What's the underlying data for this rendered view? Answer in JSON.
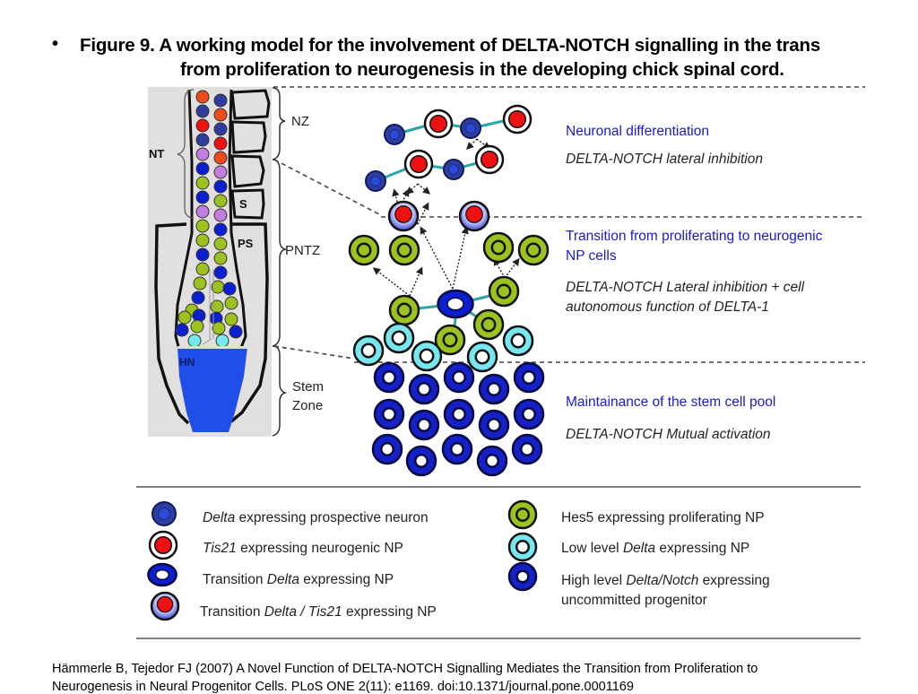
{
  "slide": {
    "bullet": "•",
    "title_line_1": "Figure 9. A working model for the involvement of DELTA-NOTCH signalling in the trans",
    "title_line_2": "from proliferation to neurogenesis in the developing chick spinal cord."
  },
  "figure": {
    "embryo_labels": {
      "nt": "NT",
      "s": "S",
      "ps": "PS",
      "hn": "HN"
    },
    "zones": [
      {
        "id": "nz",
        "label": "NZ"
      },
      {
        "id": "pntz",
        "label": "PNTZ"
      },
      {
        "id": "stem",
        "label_line_1": "Stem",
        "label_line_2": "Zone"
      }
    ],
    "descriptions": [
      {
        "heading": "Neuronal differentiation",
        "mechanism_line_1": "DELTA-NOTCH lateral inhibition",
        "mechanism_line_2": ""
      },
      {
        "heading_line_1": "Transition from proliferating to neurogenic",
        "heading_line_2": "NP cells",
        "mechanism_line_1": "DELTA-NOTCH Lateral inhibition + cell",
        "mechanism_line_2": "autonomous function of DELTA-1"
      },
      {
        "heading": "Maintainance of the stem cell pool",
        "mechanism_line_1": "DELTA-NOTCH Mutual activation",
        "mechanism_line_2": ""
      }
    ],
    "legend": {
      "left": [
        {
          "icon": "delta-prospective-neuron",
          "italic": "Delta",
          "text": " expressing prospective neuron"
        },
        {
          "icon": "tis21-neurogenic-np",
          "italic": "Tis21",
          "text": " expressing neurogenic NP"
        },
        {
          "icon": "transition-delta-np",
          "prefix": "Transition ",
          "italic": "Delta",
          "text": " expressing NP"
        },
        {
          "icon": "transition-delta-tis21-np",
          "prefix": "Transition ",
          "italic": "Delta / Tis21",
          "text": " expressing NP"
        }
      ],
      "right": [
        {
          "icon": "hes5-proliferating-np",
          "text": "Hes5 expressing proliferating NP"
        },
        {
          "icon": "low-delta-np",
          "prefix": "Low level ",
          "italic": "Delta",
          "text": " expressing NP"
        },
        {
          "icon": "high-delta-notch-progenitor",
          "prefix": "High level ",
          "italic": "Delta/Notch",
          "text": " expressing",
          "text_line_2": "uncommitted progenitor"
        }
      ]
    },
    "colors": {
      "delta_neuron": "#2e3d9e",
      "tis21_red": "#ee1111",
      "transition_blue": "#0a1fd0",
      "hes5_green": "#9cc21f",
      "low_delta_cyan": "#77e6ee",
      "high_delta_blue": "#1521c8",
      "purple_cell": "#c27de0",
      "orange_red": "#ef4a1a",
      "teal_link": "#2aa6a6",
      "heading_blue": "#1a1acc",
      "embryo_bg": "#e2e0df",
      "hn_blue": "#1f4fe8"
    }
  },
  "citation": {
    "line_1": "Hämmerle B, Tejedor FJ (2007) A Novel Function of DELTA-NOTCH Signalling Mediates the Transition from Proliferation to",
    "line_2": "Neurogenesis in Neural Progenitor Cells. PLoS ONE 2(11): e1169. doi:10.1371/journal.pone.0001169"
  }
}
